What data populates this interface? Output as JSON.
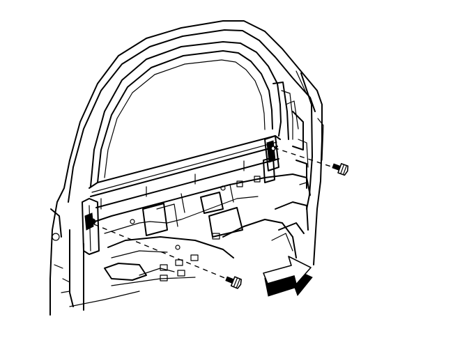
{
  "diagram": {
    "palette": {
      "ink": "#000000",
      "paper": "#ffffff"
    },
    "parts": [
      "door-frame",
      "window-opening",
      "window-glass-channel",
      "upper-bolt",
      "lower-bolt",
      "direction-arrow"
    ],
    "icons": {
      "arrow": "direction-arrow-icon",
      "bolt": "bolt-icon"
    }
  }
}
